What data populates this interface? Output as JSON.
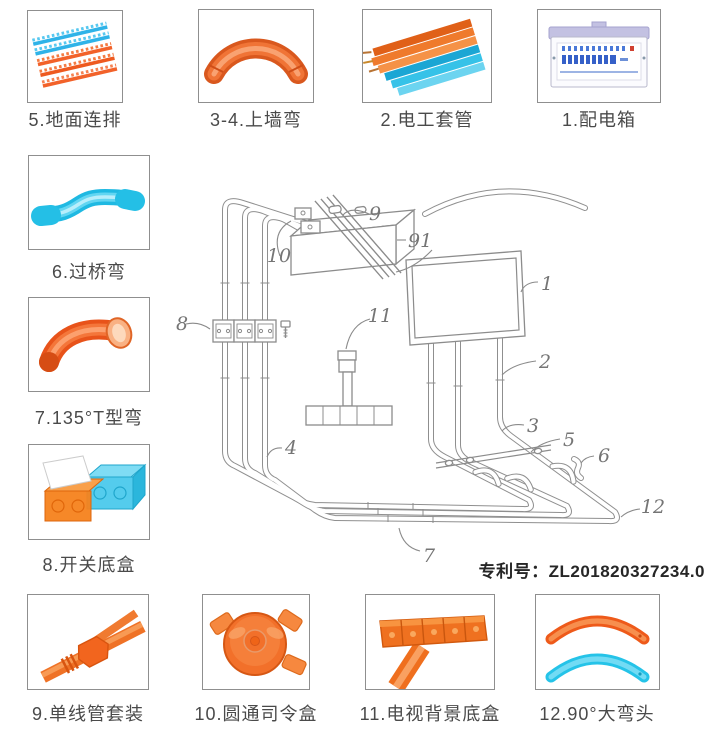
{
  "page": {
    "patent_label": "专利号：ZL201820327234.0"
  },
  "colors": {
    "orange": "#f0701f",
    "orange_dark": "#d8571a",
    "cyan": "#2ec6ea",
    "line_art": "#8c8c8c",
    "label_text": "#4a4a4a",
    "patent_text": "#262626",
    "breaker_blue": "#3560c8",
    "box_lavender": "#c3c1e2"
  },
  "products": {
    "top": [
      {
        "label": "5.地面连排",
        "icon": "ground-strip-rows"
      },
      {
        "label": "3-4.上墙弯",
        "icon": "wall-up-bend"
      },
      {
        "label": "2.电工套管",
        "icon": "electric-conduit-tubes"
      },
      {
        "label": "1.配电箱",
        "icon": "distribution-box"
      }
    ],
    "left": [
      {
        "label": "6.过桥弯",
        "icon": "bridge-bend"
      },
      {
        "label": "7.135°T型弯",
        "icon": "t-bend-135"
      },
      {
        "label": "8.开关底盒",
        "icon": "switch-bottom-box"
      }
    ],
    "bottom": [
      {
        "label": "9.单线管套装",
        "icon": "single-pipe-kit"
      },
      {
        "label": "10.圆通司令盒",
        "icon": "round-junction-box"
      },
      {
        "label": "11.电视背景底盒",
        "icon": "tv-wall-bottom-box"
      },
      {
        "label": "12.90°大弯头",
        "icon": "large-90-bend"
      }
    ]
  },
  "diagram": {
    "callouts": [
      {
        "n": "1"
      },
      {
        "n": "2"
      },
      {
        "n": "3"
      },
      {
        "n": "4"
      },
      {
        "n": "5"
      },
      {
        "n": "6"
      },
      {
        "n": "7"
      },
      {
        "n": "8"
      },
      {
        "n": "9"
      },
      {
        "n": "91"
      },
      {
        "n": "10"
      },
      {
        "n": "11"
      },
      {
        "n": "12"
      }
    ]
  }
}
